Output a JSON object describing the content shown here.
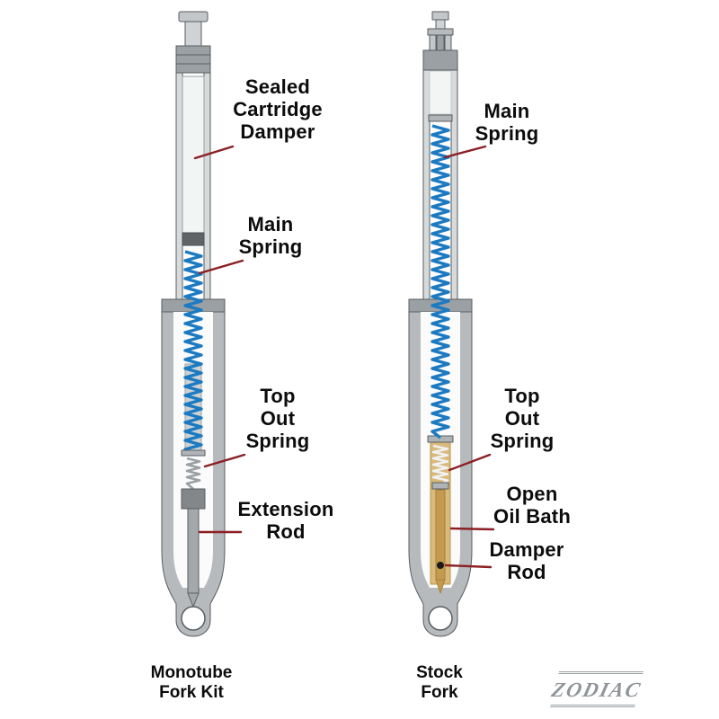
{
  "left_fork": {
    "caption": "Monotube\nFork Kit",
    "labels": {
      "sealed_cartridge_damper": "Sealed\nCartridge\nDamper",
      "main_spring": "Main\nSpring",
      "top_out_spring": "Top\nOut\nSpring",
      "extension_rod": "Extension\nRod"
    }
  },
  "right_fork": {
    "caption": "Stock\nFork",
    "labels": {
      "main_spring": "Main\nSpring",
      "top_out_spring": "Top\nOut\nSpring",
      "open_oil_bath": "Open\nOil Bath",
      "damper_rod": "Damper\nRod"
    }
  },
  "footer": {
    "logo_text": "ZODIAC"
  },
  "colors": {
    "spring_blue": "#1b7ac1",
    "leader_line": "#8b1f24",
    "fork_gray": "#b7babc",
    "oil_tan": "#cfa55f"
  }
}
